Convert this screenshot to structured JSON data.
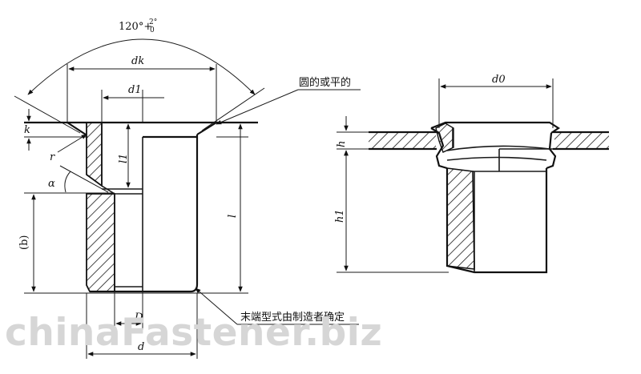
{
  "labels": {
    "angle": "120°+",
    "angle_tol_top": "2°",
    "angle_tol_bottom": "0",
    "dk": "dk",
    "d1": "d1",
    "k": "k",
    "r": "r",
    "l1": "l1",
    "alpha": "α",
    "l": "l",
    "b": "(b)",
    "D": "D",
    "d": "d",
    "d0": "d0",
    "h": "h",
    "h1": "h1",
    "note_round_flat": "圆的或平的",
    "note_end_form": "末端型式由制造者确定"
  },
  "watermark": "chinaFastener.biz"
}
